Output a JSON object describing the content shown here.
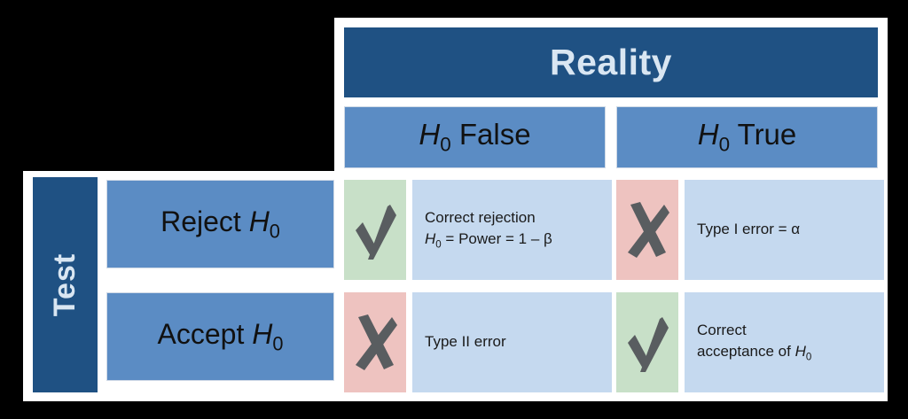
{
  "figure": {
    "title": "Hypothesis testing outcomes matrix",
    "background_color": "#000000",
    "paper_color": "#ffffff"
  },
  "colors": {
    "dark_blue": "#1f5183",
    "mid_blue": "#5b8cc4",
    "light_blue": "#c5d9ef",
    "green": "#c8e0c8",
    "pink": "#eec3c0",
    "mark_gray": "#595d60"
  },
  "header": {
    "reality_label": "Reality",
    "columns": [
      {
        "id": "h0-false",
        "h": "H",
        "sub": "0",
        "rest": " False"
      },
      {
        "id": "h0-true",
        "h": "H",
        "sub": "0",
        "rest": " True"
      }
    ]
  },
  "side": {
    "test_label": "Test",
    "rows": [
      {
        "id": "reject",
        "verb": "Reject ",
        "h": "H",
        "sub": "0"
      },
      {
        "id": "accept",
        "verb": "Accept ",
        "h": "H",
        "sub": "0"
      }
    ]
  },
  "cells": {
    "reject_h0_false": {
      "icon": "check-icon",
      "icon_bg": "green",
      "line1": "Correct rejection",
      "line2_h": "H",
      "line2_sub": "0",
      "line2_rest": " = Power = 1 –  β"
    },
    "reject_h0_true": {
      "icon": "cross-icon",
      "icon_bg": "pink",
      "line1": "Type I error = α",
      "line2_h": "",
      "line2_sub": "",
      "line2_rest": ""
    },
    "accept_h0_false": {
      "icon": "cross-icon",
      "icon_bg": "pink",
      "line1": "Type II error",
      "line2_h": "",
      "line2_sub": "",
      "line2_rest": ""
    },
    "accept_h0_true": {
      "icon": "check-icon",
      "icon_bg": "green",
      "line1": "Correct",
      "line2_rest": "acceptance of ",
      "line2_h": "H",
      "line2_sub": "0"
    }
  }
}
